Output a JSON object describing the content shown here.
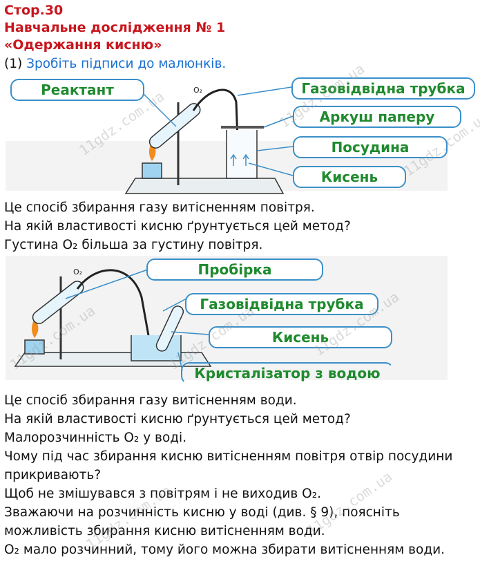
{
  "header": {
    "page": "Стор.30",
    "title": "Навчальне дослідження № 1",
    "subtitle": "«Одержання кисню»"
  },
  "task": {
    "number": "(1)",
    "text": "Зробіть підписи до малюнків."
  },
  "figure1": {
    "labels": [
      "Реактант",
      "Газовідвідна трубка",
      "Аркуш паперу",
      "Посудина",
      "Кисень"
    ],
    "gas": "O₂"
  },
  "figure2": {
    "labels": [
      "Пробірка",
      "Газовідвідна трубка",
      "Кисень",
      "Кристалізатор з водою"
    ],
    "gas": "O₂"
  },
  "body_lines": [
    "Це спосіб збирання газу витісненням повітря.",
    "На якій властивості кисню ґрунтується цей метод?",
    "Густина O₂ більша за густину повітря."
  ],
  "body_lines2": [
    "Це спосіб збирання газу витісненням води.",
    "На якій властивості кисню ґрунтується цей метод?",
    "Малорозчинність O₂ у воді.",
    "Чому під час збирання кисню витісненням повітря отвір посудини",
    "прикривають?",
    "Щоб не змішувався з повітрям і не виходив O₂.",
    "Зважаючи на розчинність кисню у воді (див. § 9), поясніть",
    "можливість збирання кисню витісненням води.",
    "O₂ мало розчинний, тому його можна збирати витісненням води."
  ],
  "watermark": "11gdz.com.ua"
}
